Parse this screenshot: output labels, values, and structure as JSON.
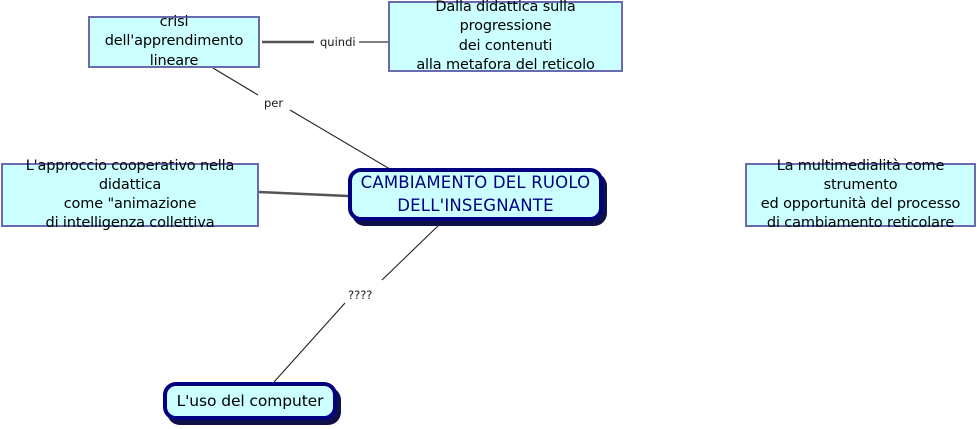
{
  "map": {
    "title": "CAMBIAMENTO DEL RUOLO DELL'INSEGNANTE",
    "colors": {
      "node_fill": "#ccffff",
      "node_border": "#6a6ab0",
      "emphasis_border": "#000080",
      "emphasis_text": "#000080",
      "shadow": "#101048",
      "edge_line": "#000000",
      "background": "#ffffff"
    }
  },
  "nodes": {
    "crisi": {
      "label": "crisi dell'apprendimento\nlineare"
    },
    "didattica": {
      "label": "Dalla didattica sulla progressione\ndei contenuti\nalla metafora del reticolo"
    },
    "approccio": {
      "label": "L'approccio cooperativo nella didattica\ncome \"animazione\ndi intelligenza collettiva"
    },
    "central": {
      "label": "CAMBIAMENTO DEL RUOLO\nDELL'INSEGNANTE"
    },
    "multimedialita": {
      "label": "La multimedialità come strumento\ned opportunità del processo\ndi cambiamento reticolare"
    },
    "computer": {
      "label": "L'uso del computer"
    }
  },
  "edges": {
    "quindi": {
      "label": "quindi",
      "from": "crisi",
      "to": "didattica"
    },
    "per": {
      "label": "per",
      "from": "crisi",
      "to": "central"
    },
    "unknown": {
      "label": "????",
      "from": "central",
      "to": "computer"
    },
    "approccio_central": {
      "label": "",
      "from": "approccio",
      "to": "central"
    }
  }
}
